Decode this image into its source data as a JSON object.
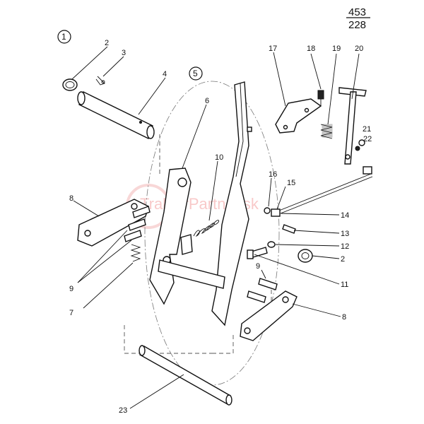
{
  "reference": {
    "top": "453",
    "bottom": "228"
  },
  "group_markers": {
    "group_1": "1",
    "group_5": "5"
  },
  "watermark": "TraktorPartner.sk",
  "callouts": {
    "c2_top": "2",
    "c3": "3",
    "c4": "4",
    "c6": "6",
    "c8_left": "8",
    "c9_left": "9",
    "c7": "7",
    "c10": "10",
    "c17": "17",
    "c18": "18",
    "c19": "19",
    "c20": "20",
    "c21": "21",
    "c22": "22",
    "c16": "16",
    "c15": "15",
    "c14": "14",
    "c13": "13",
    "c12": "12",
    "c2_right": "2",
    "c9_right": "9",
    "c11": "11",
    "c8_right": "8",
    "c23": "23"
  }
}
